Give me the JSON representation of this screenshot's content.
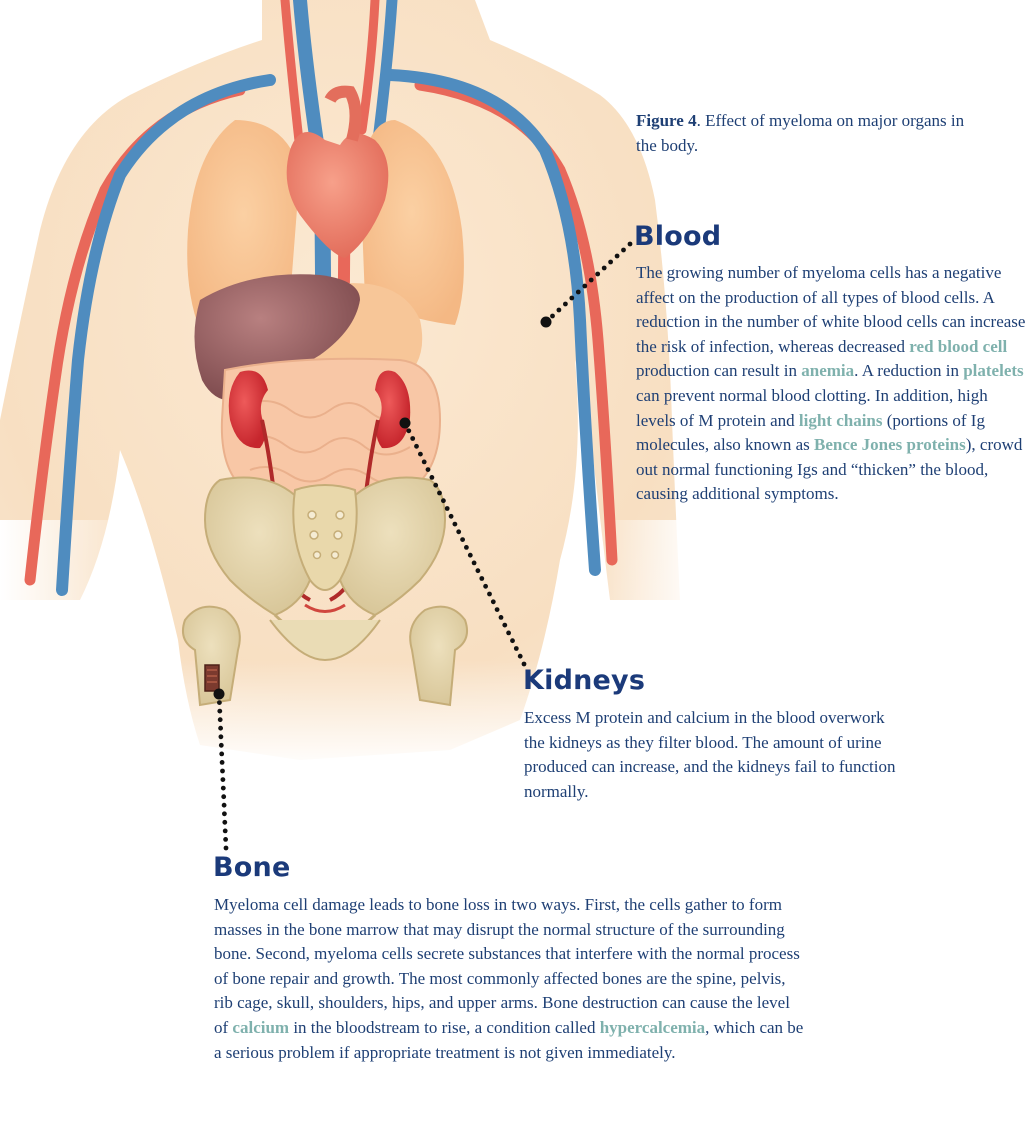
{
  "caption": {
    "label": "Figure 4",
    "text": ". Effect of myeloma on major organs in the body."
  },
  "blood": {
    "heading": "Blood",
    "p1": "The growing number of myeloma cells has a negative affect on the production of all types of blood cells. A reduction in the number of white blood cells can increase the risk of infection, whereas decreased ",
    "t1": "red blood cell",
    "p2": " production can result in ",
    "t2": "anemia",
    "p3": ". A reduction in ",
    "t3": "platelets",
    "p4": " can prevent normal blood clotting. In addition, high levels of M protein and ",
    "t4": "light chains",
    "p5": " (portions of Ig molecules, also known as ",
    "t5": "Bence Jones proteins",
    "p6": "), crowd out normal functioning Igs and “thicken” the blood, causing additional symptoms."
  },
  "kidneys": {
    "heading": "Kidneys",
    "text": "Excess M protein and calcium in the blood overwork the kidneys as they filter blood. The amount of urine produced can increase, and the kidneys fail to function normally."
  },
  "bone": {
    "heading": "Bone",
    "p1": "Myeloma cell damage leads to bone loss in two ways. First, the cells gather to form masses in the bone marrow that may disrupt the normal structure of the surrounding bone. Second, myeloma cells secrete substances that interfere with the normal process of bone repair and growth. The most commonly affected bones are the spine, pelvis, rib cage, skull, shoulders, hips, and upper arms. Bone destruction can cause the level of ",
    "t1": "calcium",
    "p2": " in the bloodstream to rise, a condition called ",
    "t2": "hypercalcemia",
    "p3": ", which can be a serious problem if appropriate treatment is not given immediately."
  },
  "colors": {
    "text": "#1e3f74",
    "heading": "#1b3a7a",
    "highlight": "#7fb1ad",
    "artery": "#e8685a",
    "vein": "#4f8cbf",
    "skin": "#f9e3c6"
  }
}
